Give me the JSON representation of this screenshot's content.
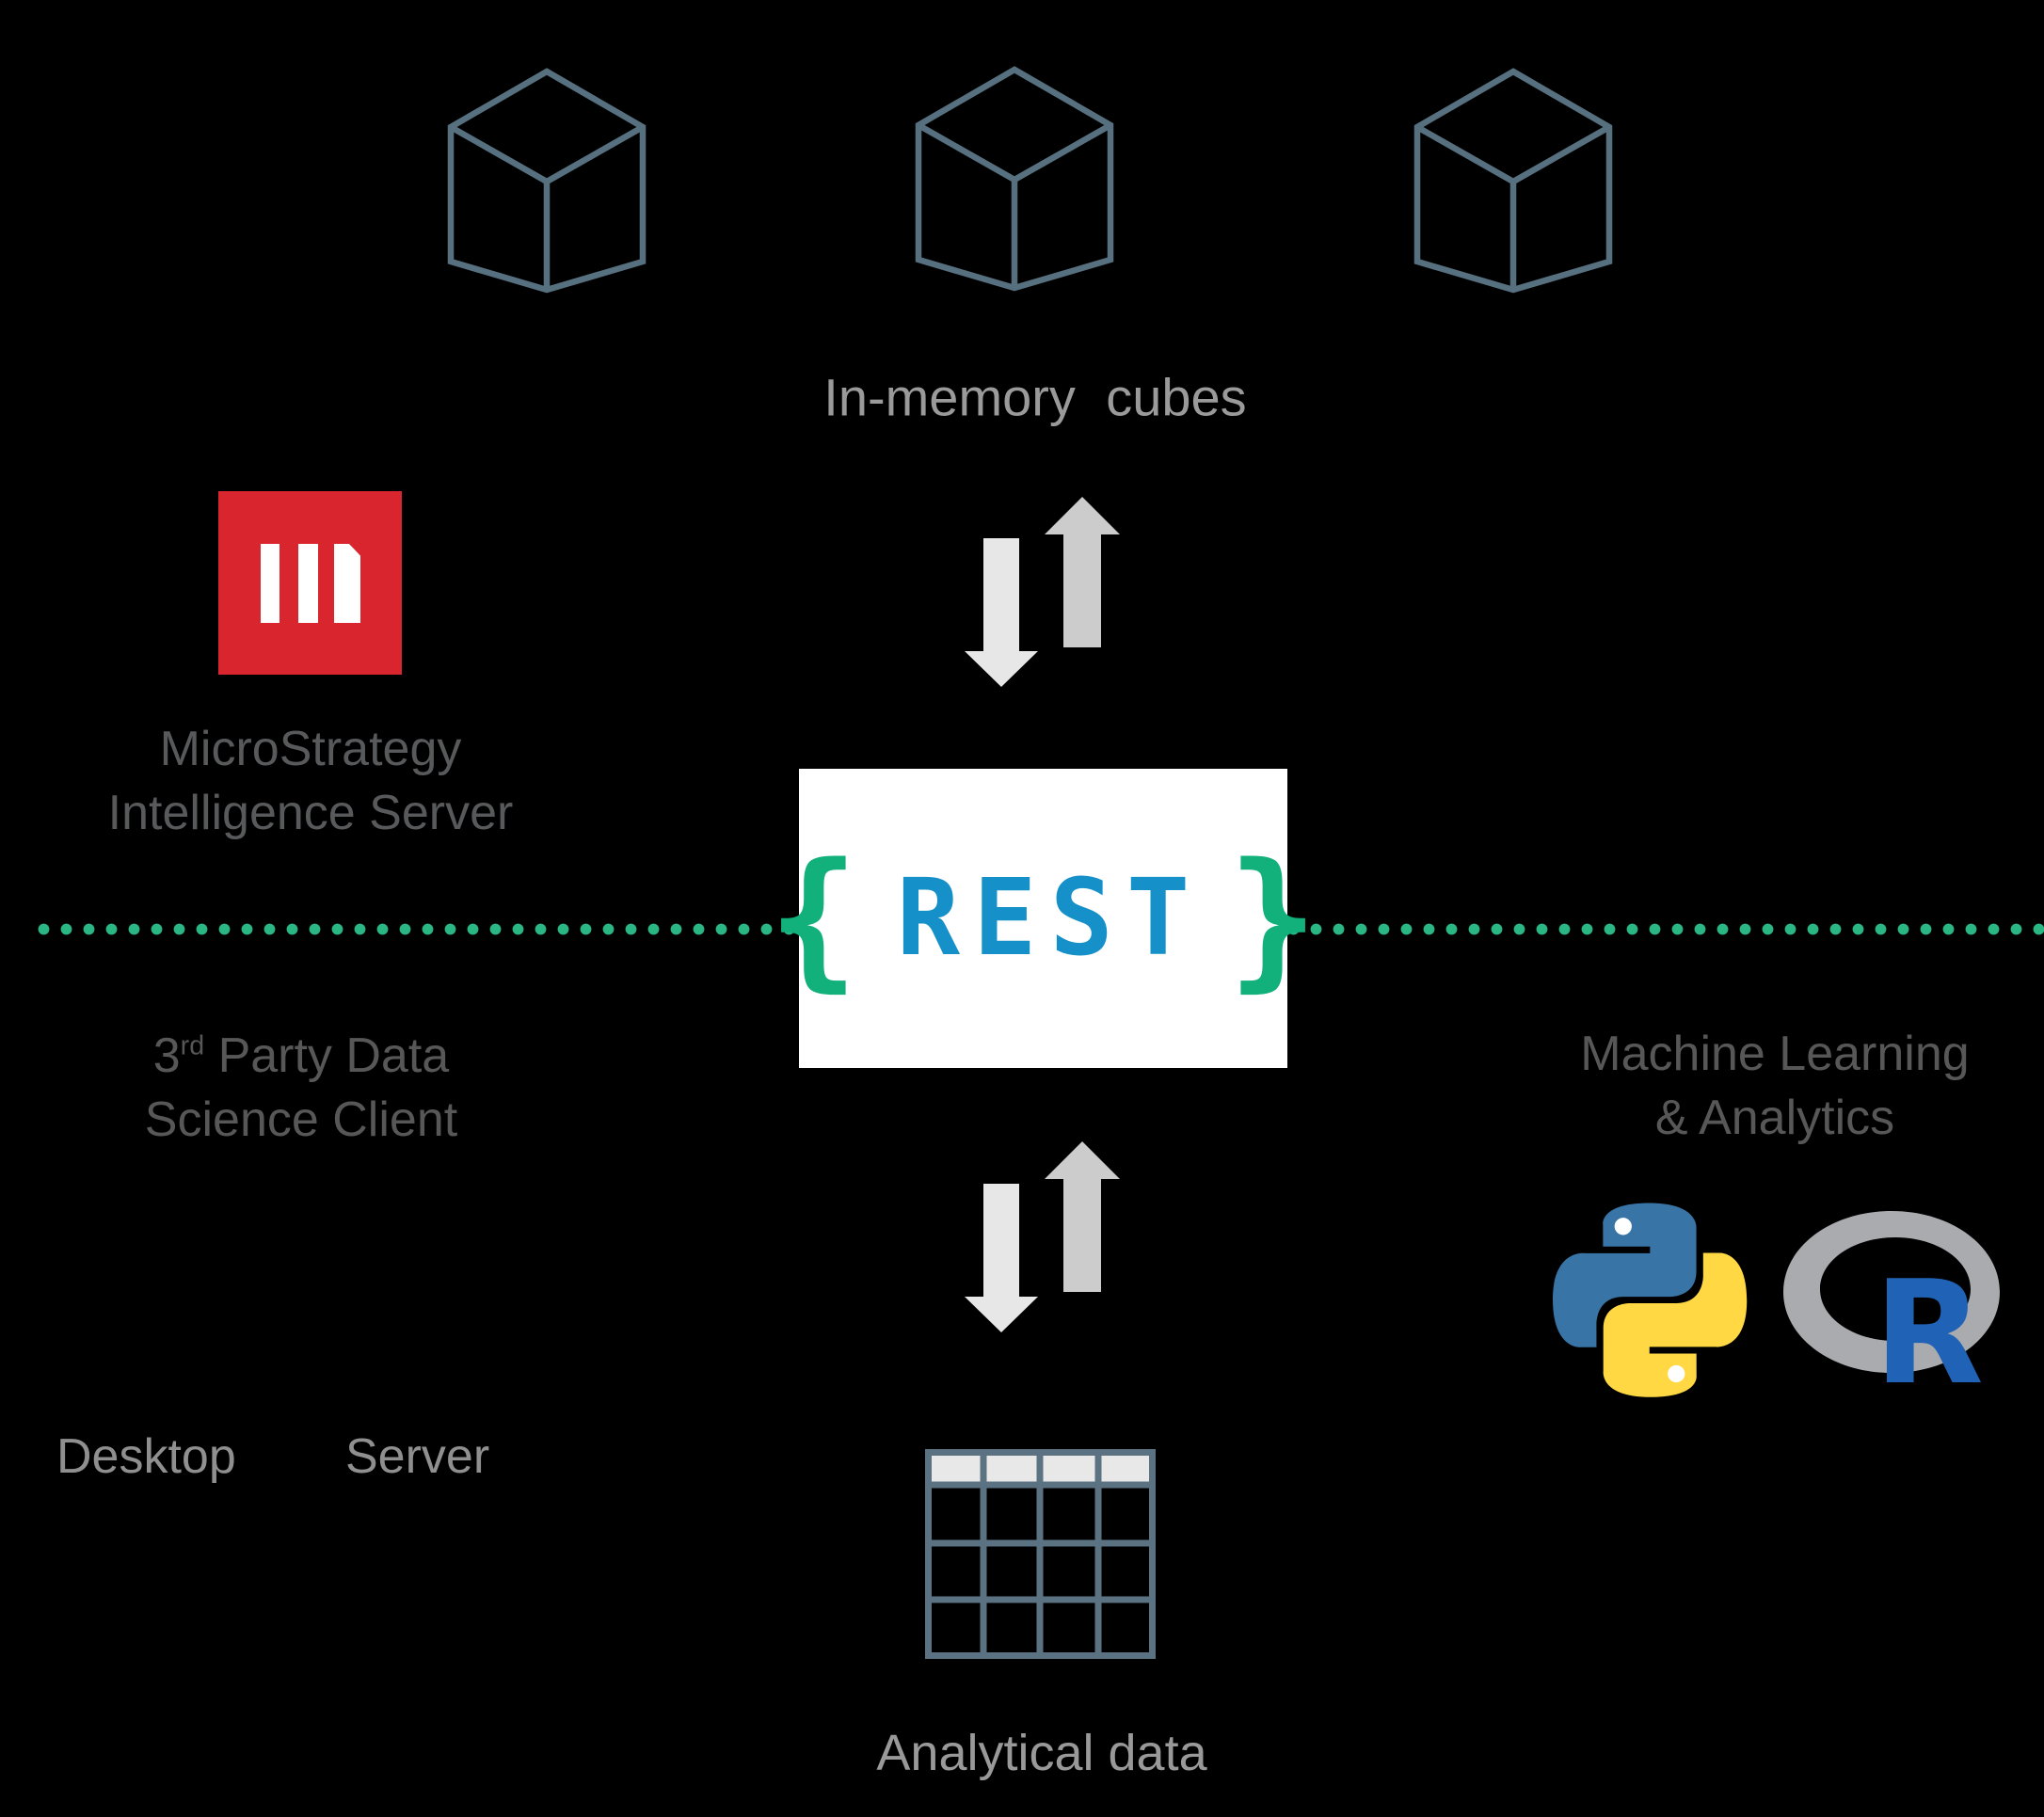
{
  "labels": {
    "in_memory_cubes": "In-memory cubes",
    "microstrategy_line1": "MicroStrategy",
    "microstrategy_line2": "Intelligence Server",
    "third_party_num": "3",
    "third_party_sup": "rd",
    "third_party_line1_rest": " Party Data",
    "third_party_line2": "Science Client",
    "machine_learning_line1": "Machine Learning",
    "machine_learning_line2": "& Analytics",
    "desktop": "Desktop",
    "server": "Server",
    "analytical_data": "Analytical data",
    "r_letter": "R"
  },
  "rest": {
    "brace_left": "{",
    "word": "REST",
    "brace_right": "}"
  },
  "icons": [
    "cube-icon",
    "cube-icon",
    "cube-icon",
    "microstrategy-logo",
    "down-arrow-icon",
    "up-arrow-icon",
    "dotted-divider",
    "python-logo",
    "r-logo",
    "table-icon"
  ],
  "colors": {
    "background": "#000000",
    "cube_stroke": "#56707f",
    "accent_green_dots": "#2bb784",
    "brace_green": "#12b07a",
    "rest_blue": "#1590c8",
    "brand_red": "#d9252e",
    "text_dark": "#575757",
    "text_light": "#9a9a9a",
    "arrow_light": "#e7e7e7",
    "arrow_medium": "#cccccc",
    "table_stroke": "#5b7282",
    "table_header_fill": "#e8e8e8",
    "python_blue": "#3874a6",
    "python_yellow": "#ffd843",
    "r_blue": "#2063b6",
    "r_gray": "#a9abae"
  }
}
